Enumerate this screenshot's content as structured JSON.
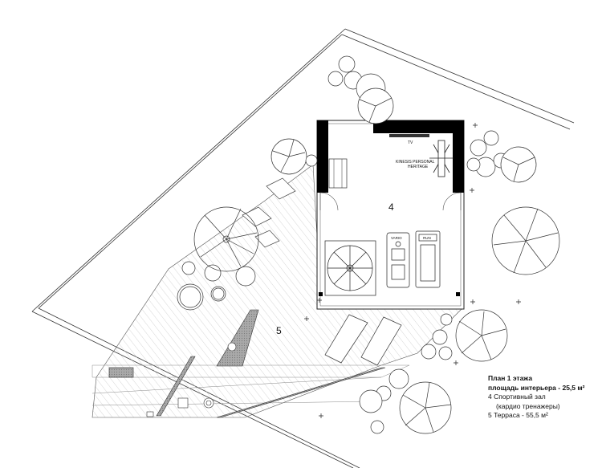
{
  "plan": {
    "room_4_number": "4",
    "room_5_number": "5",
    "tv_label": "TV",
    "kinesis_line1": "KINESIS PERSONAL",
    "kinesis_line2": "HERITAGE",
    "vario_label": "VARIO",
    "run_label": "RUN"
  },
  "legend": {
    "title_line1": "План 1 этажа",
    "title_line2": "площадь интерьера - 25,5 м²",
    "item4_line1": "4  Спортивный зал",
    "item4_line2": "(кардио тренажеры)",
    "item5": "5  Терраса - 55,5 м²"
  },
  "colors": {
    "line": "#222222",
    "hatch": "#bdbdbd",
    "wall": "#000000",
    "fill_gray": "#9a9a9a"
  }
}
